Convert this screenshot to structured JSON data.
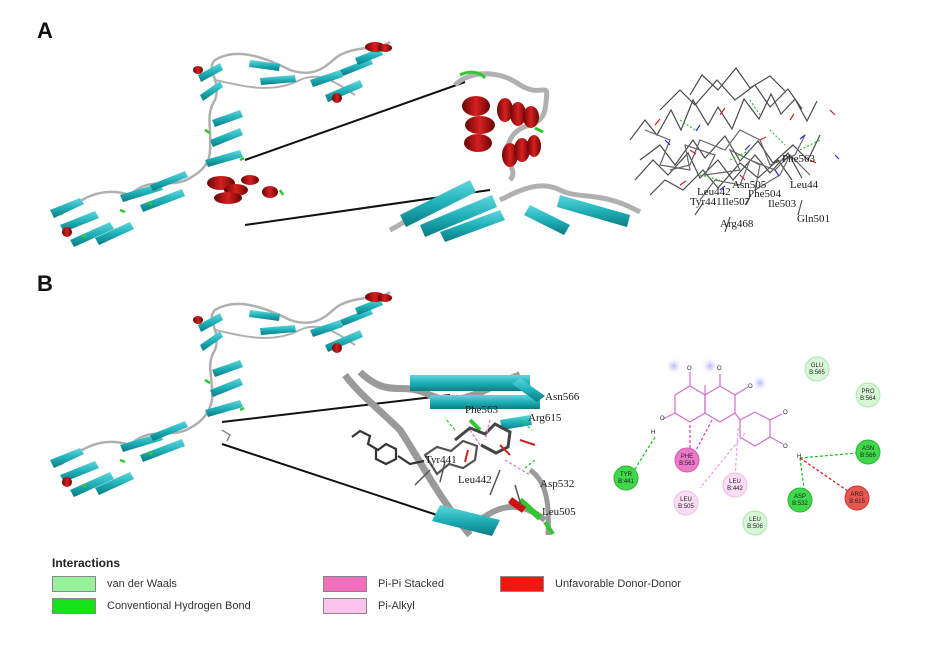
{
  "panels": {
    "a_label": "A",
    "b_label": "B"
  },
  "panel_a": {
    "residues": [
      "Phe563",
      "Asn505",
      "Leu44",
      "Phe504",
      "Leu442",
      "Tyr441",
      "Ile507",
      "Ile503",
      "Arg468",
      "Gln501"
    ]
  },
  "panel_b": {
    "residues_3d": [
      "Asn566",
      "Phe563",
      "Arg615",
      "Tyr441",
      "Leu442",
      "Asp532",
      "Leu505"
    ],
    "nodes": {
      "glu565": {
        "l1": "GLU",
        "l2": "B:565"
      },
      "pro564": {
        "l1": "PRO",
        "l2": "B:564"
      },
      "asn566": {
        "l1": "ASN",
        "l2": "B:566"
      },
      "tyr441": {
        "l1": "TYR",
        "l2": "B:441"
      },
      "phe563": {
        "l1": "PHE",
        "l2": "B:563"
      },
      "leu442": {
        "l1": "LEU",
        "l2": "B:442"
      },
      "leu505": {
        "l1": "LEU",
        "l2": "B:505"
      },
      "leu506": {
        "l1": "LEU",
        "l2": "B:506"
      },
      "asp532": {
        "l1": "ASP",
        "l2": "B:532"
      },
      "arg615": {
        "l1": "ARG",
        "l2": "B:615"
      }
    },
    "atom_labels": {
      "o": "O",
      "h": "H"
    }
  },
  "legend": {
    "title": "Interactions",
    "items": [
      {
        "label": "van der Waals",
        "color": "#98f09c"
      },
      {
        "label": "Conventional Hydrogen Bond",
        "color": "#16e21c"
      },
      {
        "label": "Pi-Pi Stacked",
        "color": "#f26fbf"
      },
      {
        "label": "Pi-Alkyl",
        "color": "#fbc4ee"
      },
      {
        "label": "Unfavorable Donor-Donor",
        "color": "#f5150f"
      }
    ]
  },
  "colors": {
    "helix": "#b81212",
    "sheet": "#1fb0b8",
    "coil": "#a9a9a9",
    "turn": "#2fc82f"
  }
}
